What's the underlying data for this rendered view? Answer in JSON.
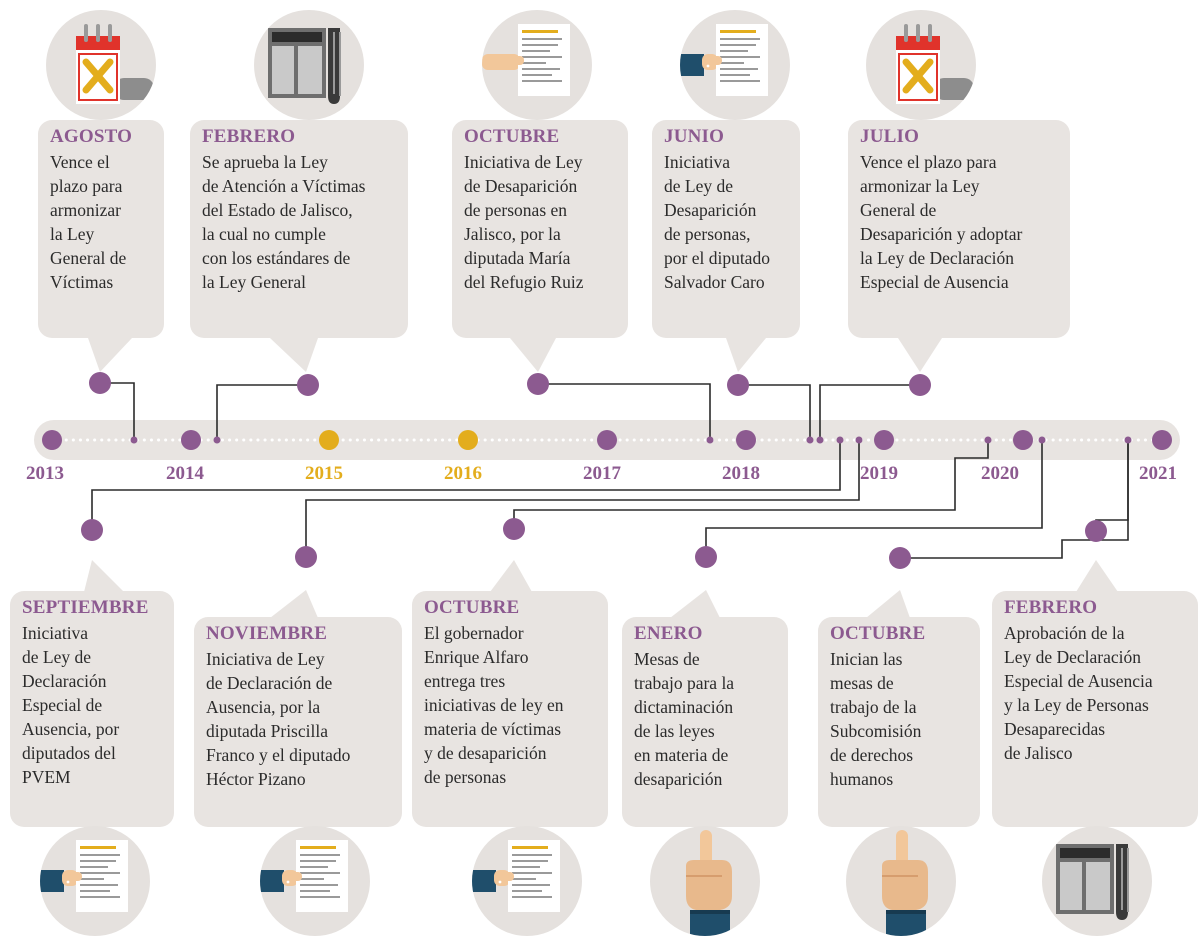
{
  "colors": {
    "purple": "#8c5a90",
    "gold": "#e3ad1d",
    "band": "#e8e4e1",
    "text": "#2b2b2b"
  },
  "timeline": {
    "years": [
      {
        "label": "2013",
        "highlight": false
      },
      {
        "label": "2014",
        "highlight": false
      },
      {
        "label": "2015",
        "highlight": true
      },
      {
        "label": "2016",
        "highlight": true
      },
      {
        "label": "2017",
        "highlight": false
      },
      {
        "label": "2018",
        "highlight": false
      },
      {
        "label": "2019",
        "highlight": false
      },
      {
        "label": "2020",
        "highlight": false
      },
      {
        "label": "2021",
        "highlight": false
      }
    ]
  },
  "events_top": [
    {
      "month": "AGOSTO",
      "text": "Vence el\nplazo para\narmonizar\nla Ley\nGeneral de\nVíctimas",
      "icon": "calendar-icon"
    },
    {
      "month": "FEBRERO",
      "text": "Se aprueba la Ley\nde Atención a Víctimas\ndel Estado de Jalisco,\nla cual no cumple\ncon los estándares de\nla Ley General",
      "icon": "newspaper-icon"
    },
    {
      "month": "OCTUBRE",
      "text": "Iniciativa de Ley\nde Desaparición\nde personas en\nJalisco, por la\ndiputada María\ndel Refugio Ruiz",
      "icon": "document-hand-icon"
    },
    {
      "month": "JUNIO",
      "text": "Iniciativa\nde Ley de\nDesaparición\nde personas,\npor el diputado\nSalvador Caro",
      "icon": "document-hand-icon"
    },
    {
      "month": "JULIO",
      "text": "Vence el plazo para\narmonizar la Ley\nGeneral de\nDesaparición y adoptar\nla Ley de Declaración\nEspecial de Ausencia",
      "icon": "calendar-icon"
    }
  ],
  "events_bottom": [
    {
      "month": "SEPTIEMBRE",
      "text": "Iniciativa\nde Ley de\nDeclaración\nEspecial de\nAusencia, por\ndiputados del\nPVEM",
      "icon": "document-hand-icon"
    },
    {
      "month": "NOVIEMBRE",
      "text": "Iniciativa de Ley\nde Declaración de\nAusencia, por la\ndiputada Priscilla\nFranco y el diputado\nHéctor Pizano",
      "icon": "document-hand-icon"
    },
    {
      "month": "OCTUBRE",
      "text": "El gobernador\nEnrique Alfaro\nentrega tres\niniciativas de ley en\nmateria de víctimas\ny de desaparición\nde personas",
      "icon": "document-hand-icon"
    },
    {
      "month": "ENERO",
      "text": "Mesas de\ntrabajo para la\ndictaminación\nde las leyes\nen materia de\ndesaparición",
      "icon": "pointing-hand-icon"
    },
    {
      "month": "OCTUBRE",
      "text": "Inician las\nmesas de\ntrabajo de la\nSubcomisión\nde derechos\nhumanos",
      "icon": "pointing-hand-icon"
    },
    {
      "month": "FEBRERO",
      "text": "Aprobación de la\nLey de Declaración\nEspecial de Ausencia\ny la Ley de Personas\nDesaparecidas\nde Jalisco",
      "icon": "newspaper-icon"
    }
  ]
}
